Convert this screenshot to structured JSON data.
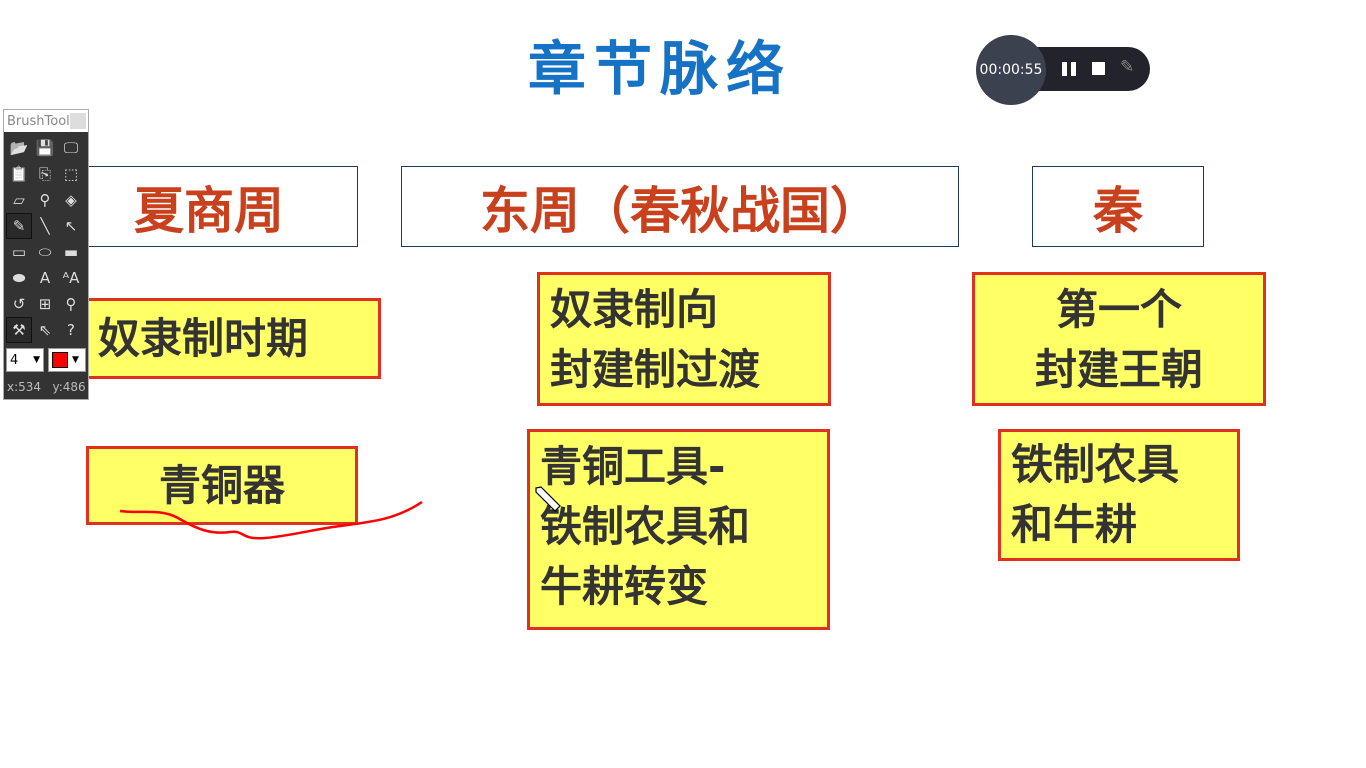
{
  "title": "章节脉络",
  "headers": [
    "夏商周",
    "东周（春秋战国）",
    "秦"
  ],
  "boxes": {
    "xia_system": [
      "奴隶制时期"
    ],
    "xia_tools": [
      "青铜器"
    ],
    "dongzhou_system": [
      "奴隶制向",
      "封建制过渡"
    ],
    "dongzhou_tools": [
      "青铜工具-",
      "铁制农具和",
      "牛耕转变"
    ],
    "qin_system": [
      "第一个",
      "封建王朝"
    ],
    "qin_tools": [
      "铁制农具",
      "和牛耕"
    ]
  },
  "colors": {
    "title": "#1572c4",
    "header_text": "#c8401c",
    "box_fill": "#ffff66",
    "box_border": "#e03020",
    "annotation": "#ff0000"
  },
  "brushtool": {
    "title": "BrushTool",
    "size": "4",
    "color": "#ff0000",
    "x": "x:534",
    "y": "y:486",
    "tools": [
      "open-icon",
      "save-icon",
      "screen-icon",
      "paste-icon",
      "copy-icon",
      "select-rect-icon",
      "eraser-icon",
      "eyedropper-icon",
      "fill-icon",
      "pencil-icon",
      "line-icon",
      "arrow-icon",
      "rectangle-icon",
      "ellipse-icon",
      "filled-rect-icon",
      "filled-ellipse-icon",
      "text-icon",
      "font-icon",
      "undo-icon",
      "grid-icon",
      "zoom-icon",
      "highlighter-icon",
      "pointer-icon",
      "help-icon"
    ]
  },
  "recorder": {
    "time": "00:00:55"
  }
}
